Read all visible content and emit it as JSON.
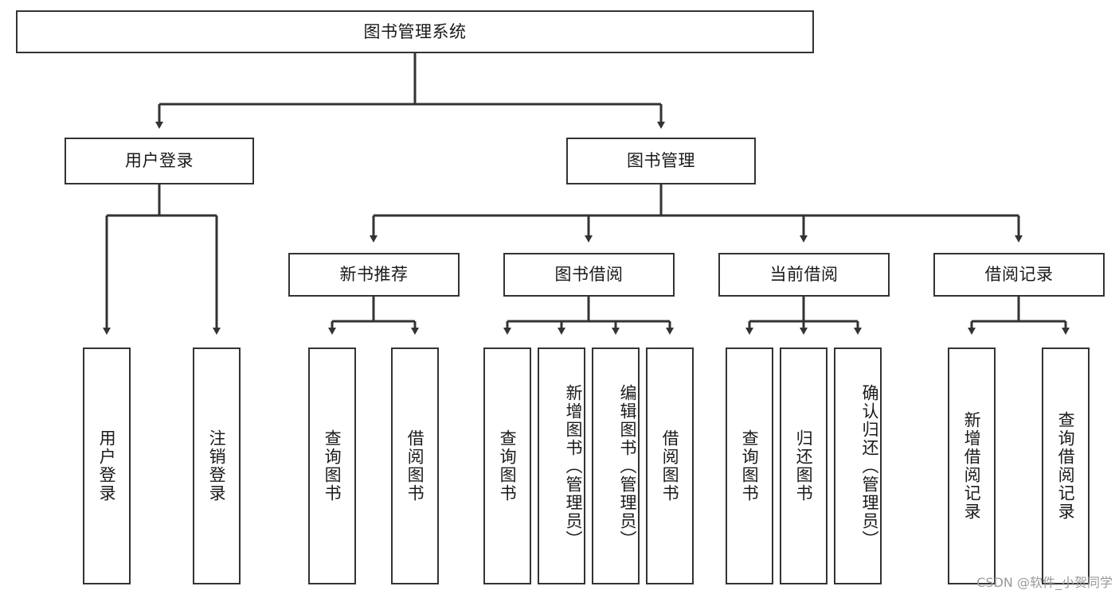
{
  "diagram": {
    "type": "tree-hierarchy",
    "title": "图书管理系统",
    "orientation": "top-down",
    "box_fill": "#ffffff",
    "box_stroke": "#333333",
    "connector_color": "#333333",
    "background": "#ffffff",
    "root": {
      "label": "图书管理系统"
    },
    "level2": [
      {
        "id": "user-login",
        "label": "用户登录"
      },
      {
        "id": "book-management",
        "label": "图书管理"
      }
    ],
    "level3": [
      {
        "id": "new-book-recommend",
        "label": "新书推荐",
        "parent": "book-management"
      },
      {
        "id": "book-borrow",
        "label": "图书借阅",
        "parent": "book-management"
      },
      {
        "id": "current-borrow",
        "label": "当前借阅",
        "parent": "book-management"
      },
      {
        "id": "borrow-record",
        "label": "借阅记录",
        "parent": "book-management"
      }
    ],
    "leaves": {
      "user-login": [
        {
          "id": "leaf-user-login",
          "label": "用户登录"
        },
        {
          "id": "leaf-user-logout",
          "label": "注销登录"
        }
      ],
      "new-book-recommend": [
        {
          "id": "leaf-query-book-1",
          "label": "查询图书"
        },
        {
          "id": "leaf-borrow-book-1",
          "label": "借阅图书"
        }
      ],
      "book-borrow": [
        {
          "id": "leaf-query-book-2",
          "label": "查询图书"
        },
        {
          "id": "leaf-add-book",
          "label": "新增图书（管理员）"
        },
        {
          "id": "leaf-edit-book",
          "label": "编辑图书（管理员）"
        },
        {
          "id": "leaf-borrow-book-2",
          "label": "借阅图书"
        }
      ],
      "current-borrow": [
        {
          "id": "leaf-query-book-3",
          "label": "查询图书"
        },
        {
          "id": "leaf-return-book",
          "label": "归还图书"
        },
        {
          "id": "leaf-confirm-return",
          "label": "确认归还（管理员）"
        }
      ],
      "borrow-record": [
        {
          "id": "leaf-add-record",
          "label": "新增借阅记录"
        },
        {
          "id": "leaf-query-record",
          "label": "查询借阅记录"
        }
      ]
    }
  },
  "watermark": {
    "text": "CSDN @软件_小贺同学"
  }
}
